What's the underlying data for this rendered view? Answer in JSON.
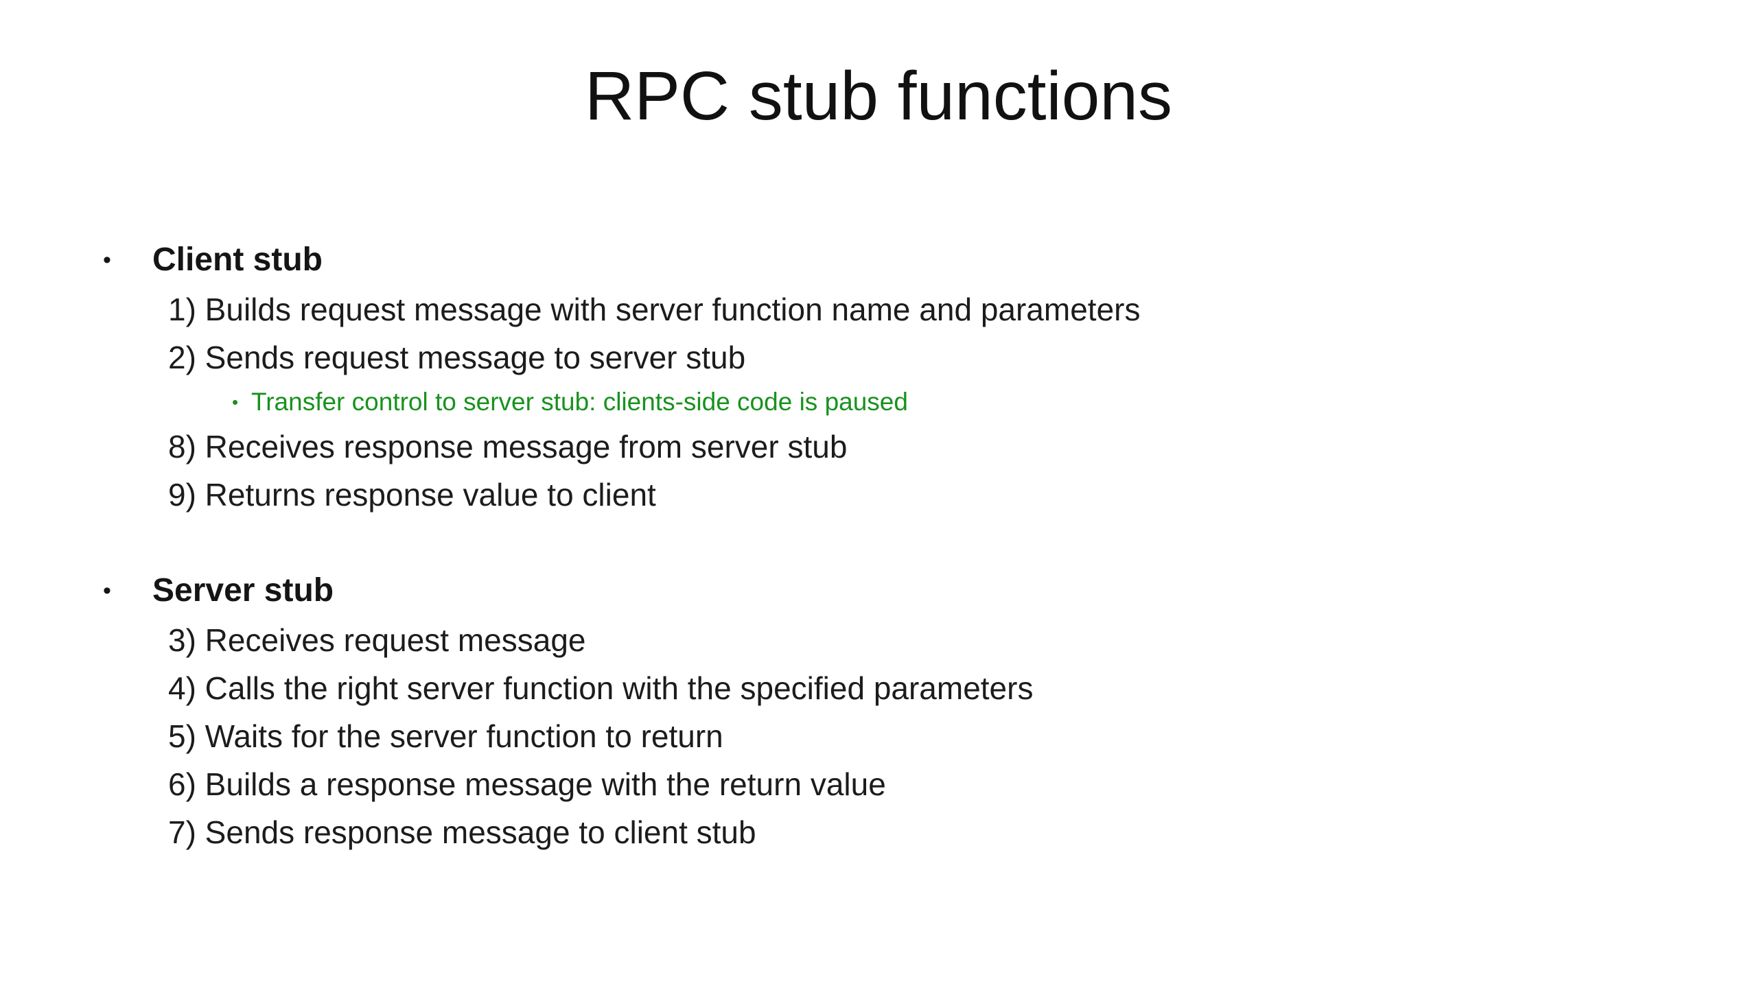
{
  "slide": {
    "title": "RPC stub functions",
    "bullet_char": "•",
    "colors": {
      "background": "#ffffff",
      "body_text": "#1c1c1c",
      "title_text": "#111111",
      "highlight_green": "#18921e"
    },
    "sections": [
      {
        "heading": "Client stub",
        "items": [
          {
            "label": "1) Builds request message with server function name and parameters",
            "style": "numbered"
          },
          {
            "label": "2) Sends request message to server stub",
            "style": "numbered"
          },
          {
            "label": "Transfer control to server stub: clients-side code is paused",
            "style": "green-sub-bullet"
          },
          {
            "label": "8) Receives response message from server stub",
            "style": "numbered"
          },
          {
            "label": "9) Returns response value to client",
            "style": "numbered"
          }
        ]
      },
      {
        "heading": "Server stub",
        "items": [
          {
            "label": "3) Receives request message",
            "style": "numbered"
          },
          {
            "label": "4) Calls the right server function with the specified parameters",
            "style": "numbered"
          },
          {
            "label": "5) Waits for the server function to return",
            "style": "numbered"
          },
          {
            "label": "6) Builds a response message with the return value",
            "style": "numbered"
          },
          {
            "label": "7) Sends response message to client stub",
            "style": "numbered"
          }
        ]
      }
    ]
  }
}
